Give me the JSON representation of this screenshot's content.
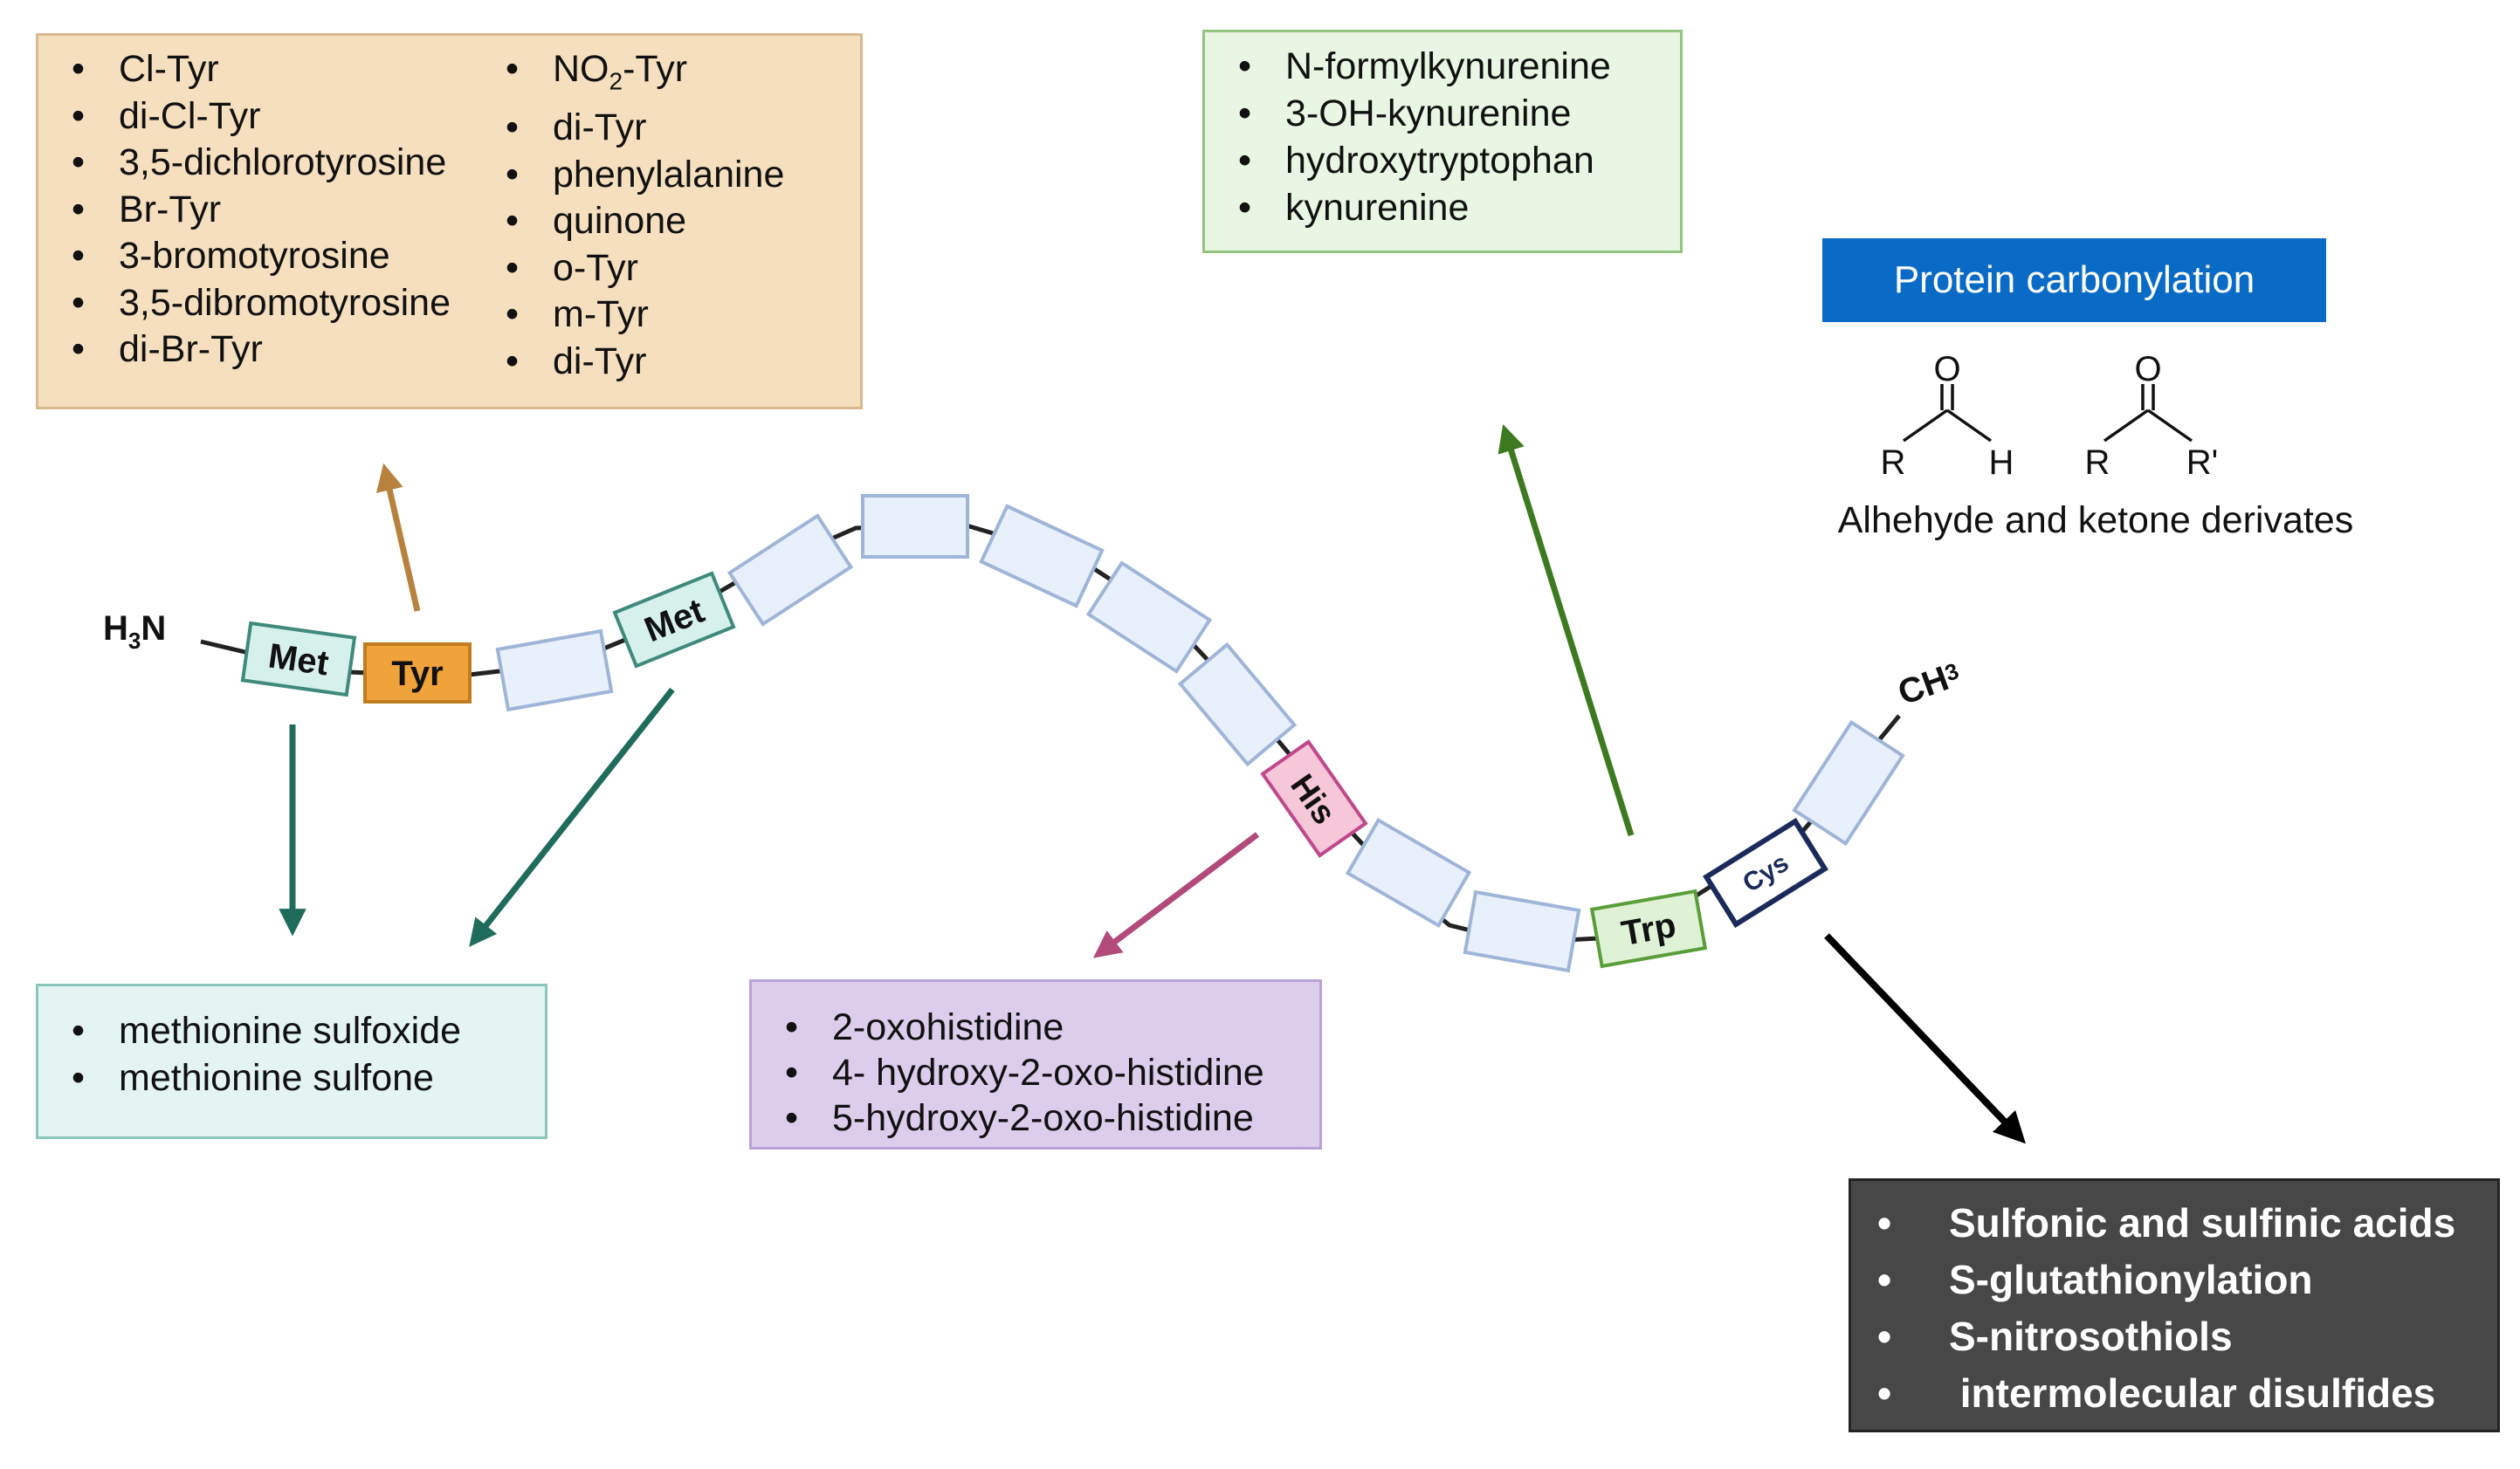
{
  "colors": {
    "tyr": "#f0a33a",
    "met": "#d6f0ec",
    "met_border": "#3f8a7c",
    "his": "#f6c7d8",
    "his_border": "#c0488a",
    "trp": "#dff2d6",
    "trp_border": "#5a9e3a",
    "cys_border": "#1a2a5a",
    "plain_residue": "#e8f0fb",
    "plain_residue_border": "#9fb5d8",
    "arrow_tyr": "#b8823e",
    "arrow_met": "#1f6b5c",
    "arrow_his": "#b24a7a",
    "arrow_trp": "#3d7a1f",
    "arrow_cys": "#000000",
    "carbonyl_blue": "#0a6bc6"
  },
  "chain": {
    "n_terminus": "H",
    "n_terminus_sub": "3",
    "n_terminus_tail": "N",
    "c_terminus": "CH",
    "c_terminus_sub": "3",
    "residues": {
      "met1": "Met",
      "tyr": "Tyr",
      "met2": "Met",
      "his": "His",
      "trp": "Trp",
      "cys": "Cys"
    }
  },
  "tyrosine_products": {
    "column_1": [
      "Cl-Tyr",
      "di-Cl-Tyr",
      "3,5-dichlorotyrosine",
      "Br-Tyr",
      "3-bromotyrosine",
      "3,5-dibromotyrosine",
      "di-Br-Tyr"
    ],
    "column_2_first_prefix": "NO",
    "column_2_first_sub": "2",
    "column_2_first_suffix": "-Tyr",
    "column_2": [
      "di-Tyr",
      "phenylalanine",
      "quinone",
      "o-Tyr",
      "m-Tyr",
      "di-Tyr"
    ]
  },
  "tryptophan_products": [
    "N-formylkynurenine",
    "3-OH-kynurenine",
    "hydroxytryptophan",
    "kynurenine"
  ],
  "methionine_products": [
    "methionine sulfoxide",
    "methionine sulfone"
  ],
  "histidine_products": [
    "2-oxohistidine",
    "4- hydroxy-2-oxo-histidine",
    "5-hydroxy-2-oxo-histidine"
  ],
  "cysteine_products": [
    "Sulfonic and sulfinic acids",
    "S-glutathionylation",
    "S-nitrosothiols",
    " intermolecular disulfides"
  ],
  "carbonylation": {
    "title": "Protein carbonylation",
    "aldehyde": {
      "o": "O",
      "r": "R",
      "h": "H"
    },
    "ketone": {
      "o": "O",
      "r": "R",
      "r_prime": "R'"
    },
    "caption": "Alhehyde and ketone derivates"
  }
}
